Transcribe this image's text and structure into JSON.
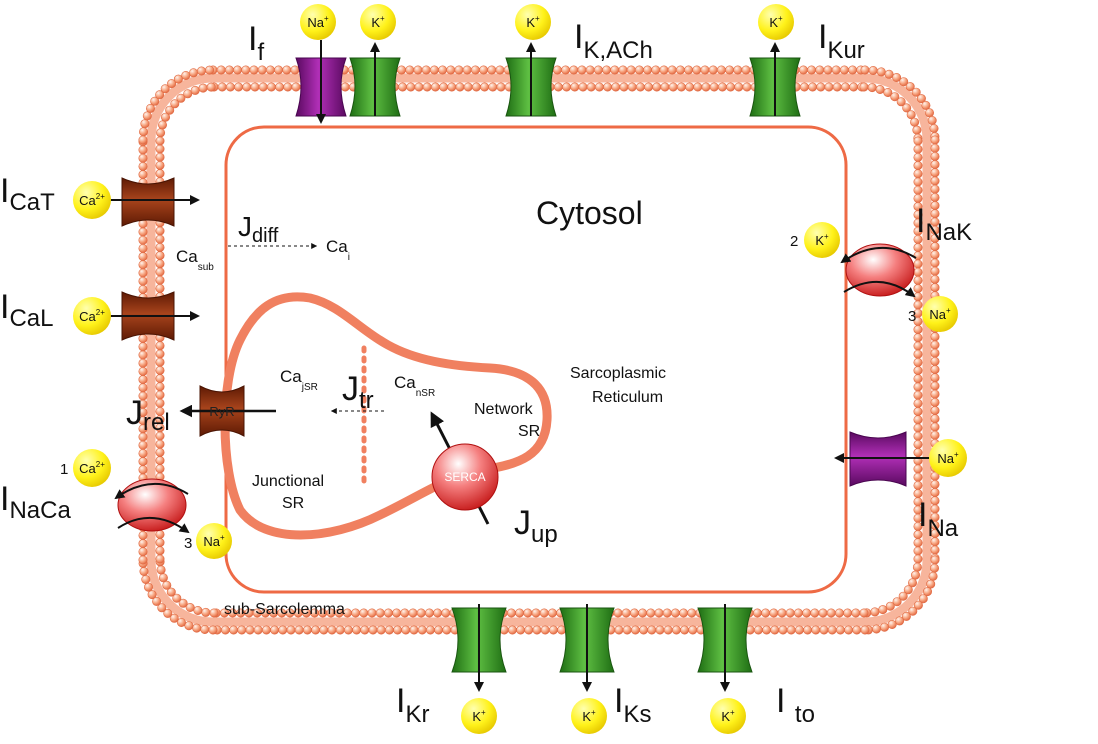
{
  "compartments": {
    "cytosol": "Cytosol",
    "sr_line1": "Sarcoplasmic",
    "sr_line2": "Reticulum",
    "network_line1": "Network",
    "network_line2": "SR",
    "junctional_line1": "Junctional",
    "junctional_line2": "SR",
    "sub_sarcolemma": "sub-Sarcolemma"
  },
  "currents": {
    "If": {
      "main": "I",
      "sub": "f"
    },
    "IKACh": {
      "main": "I",
      "sub": "K,ACh"
    },
    "IKur": {
      "main": "I",
      "sub": "Kur"
    },
    "ICaT": {
      "main": "I",
      "sub": "CaT"
    },
    "ICaL": {
      "main": "I",
      "sub": "CaL"
    },
    "INaK": {
      "main": "I",
      "sub": "NaK"
    },
    "INaCa": {
      "main": "I",
      "sub": "NaCa"
    },
    "INa": {
      "main": "I",
      "sub": "Na"
    },
    "IKr": {
      "main": "I",
      "sub": "Kr"
    },
    "IKs": {
      "main": "I",
      "sub": "Ks"
    },
    "Ito": {
      "main": "I ",
      "sub": "to"
    }
  },
  "fluxes": {
    "Jdiff": {
      "main": "J",
      "sub": "diff"
    },
    "Jrel": {
      "main": "J",
      "sub": "rel"
    },
    "Jtr": {
      "main": "J",
      "sub": "tr"
    },
    "Jup": {
      "main": "J",
      "sub": "up"
    }
  },
  "pools": {
    "Casub": {
      "main": "Ca",
      "sub": "sub"
    },
    "Cai": {
      "main": "Ca",
      "sub": "i"
    },
    "CajSR": {
      "main": "Ca",
      "sub": "jSR"
    },
    "CansR": {
      "main": "Ca",
      "sub": "nSR"
    }
  },
  "proteins": {
    "ryr": "RyR",
    "serca": "SERCA"
  },
  "ions": {
    "na": {
      "base": "Na",
      "charge": "+"
    },
    "k": {
      "base": "K",
      "charge": "+"
    },
    "ca": {
      "base": "Ca",
      "charge": "2+"
    }
  },
  "stoichiometry": {
    "nak_k": "2",
    "nak_na": "3",
    "naca_ca": "1",
    "naca_na": "3"
  },
  "colors": {
    "membrane": "#f28a6c",
    "inner_membrane": "#ee6a45",
    "k_channel": "#3f9e2a",
    "na_channel": "#8d1c93",
    "ca_channel": "#8a2c0c",
    "exchanger": "#e23030",
    "ion_fill": "#fff21a"
  }
}
